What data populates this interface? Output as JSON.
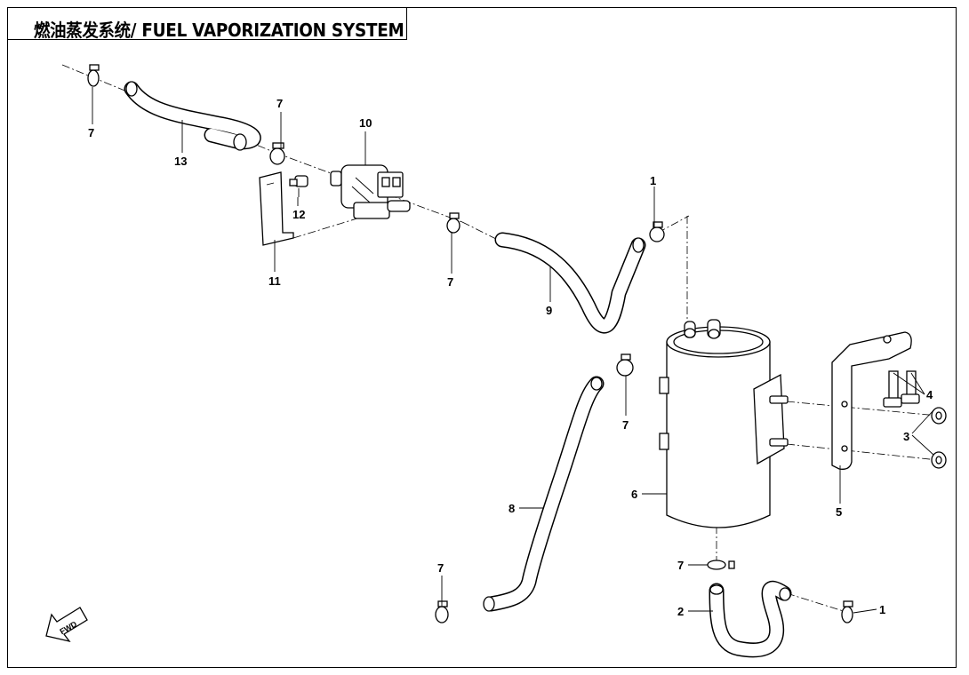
{
  "title": "燃油蒸发系统/ FUEL VAPORIZATION SYSTEM",
  "fwd_label": "FWD",
  "callouts": {
    "c1a": "1",
    "c1b": "1",
    "c2": "2",
    "c3": "3",
    "c4": "4",
    "c5": "5",
    "c6": "6",
    "c7a": "7",
    "c7b": "7",
    "c7c": "7",
    "c7d": "7",
    "c7e": "7",
    "c7f": "7",
    "c8": "8",
    "c9": "9",
    "c10": "10",
    "c11": "11",
    "c12": "12",
    "c13": "13"
  }
}
